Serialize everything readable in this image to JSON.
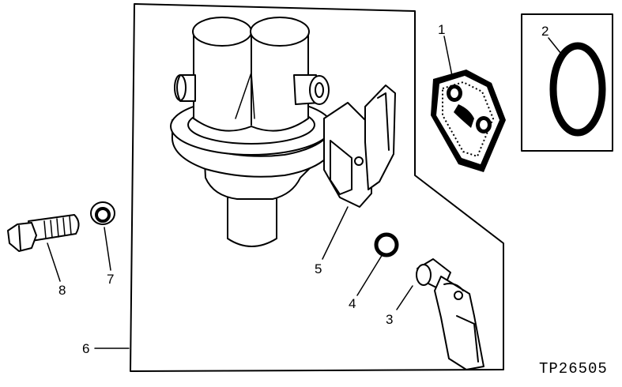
{
  "callouts": {
    "c1": "1",
    "c2": "2",
    "c3": "3",
    "c4": "4",
    "c5": "5",
    "c6": "6",
    "c7": "7",
    "c8": "8"
  },
  "reference_code": "TP26505"
}
